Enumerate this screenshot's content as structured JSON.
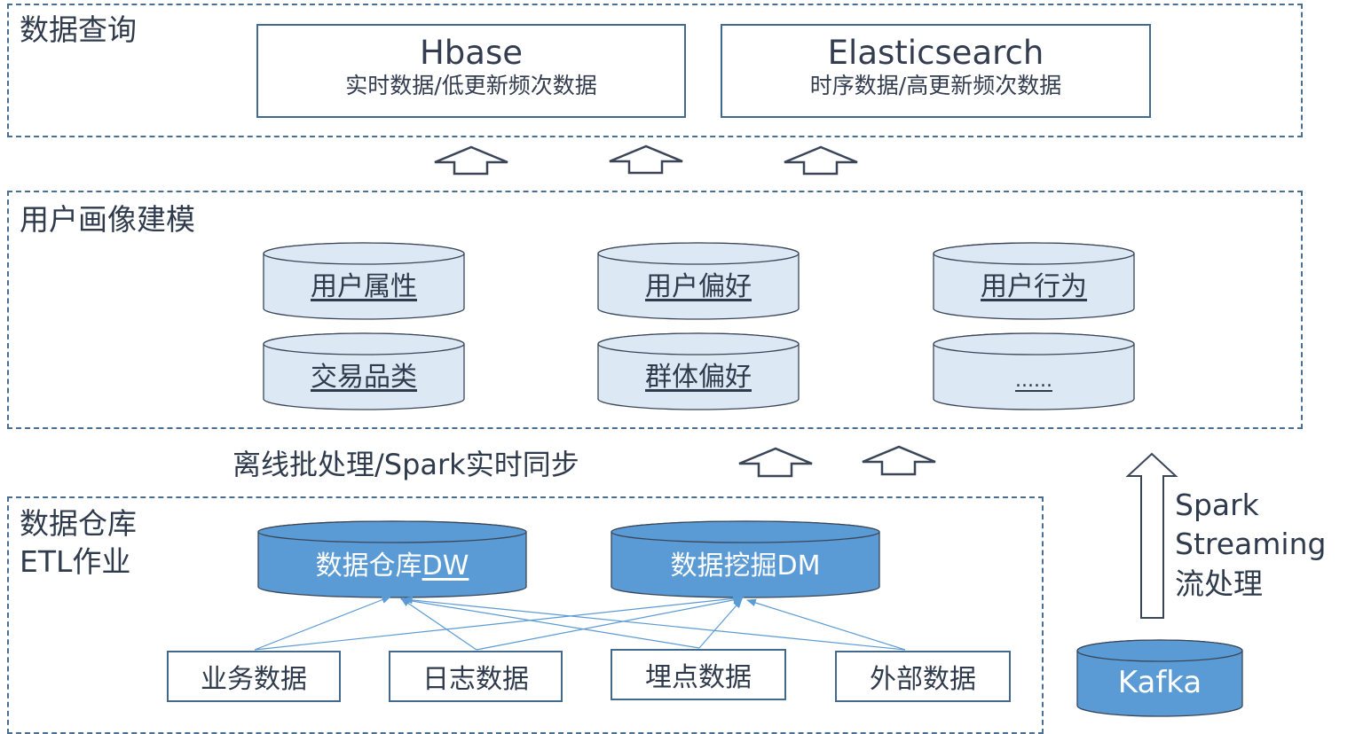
{
  "layers": {
    "query": {
      "title": "数据查询",
      "stores": [
        {
          "name": "Hbase",
          "desc": "实时数据/低更新频次数据"
        },
        {
          "name": "Elasticsearch",
          "desc": "时序数据/高更新频次数据"
        }
      ]
    },
    "modeling": {
      "title": "用户画像建模",
      "tables": [
        {
          "label": "用户属性"
        },
        {
          "label": "用户偏好"
        },
        {
          "label": "用户行为"
        },
        {
          "label": "交易品类"
        },
        {
          "label": "群体偏好"
        },
        {
          "label": "......"
        }
      ]
    },
    "warehouse": {
      "title_line1": "数据仓库",
      "title_line2": "ETL作业",
      "dw": {
        "prefix": "数据仓库",
        "suffix": "DW"
      },
      "dm": {
        "label": "数据挖掘DM"
      },
      "sources": [
        {
          "label": "业务数据"
        },
        {
          "label": "日志数据"
        },
        {
          "label": "埋点数据"
        },
        {
          "label": "外部数据"
        }
      ]
    }
  },
  "flows": {
    "batch_label": "离线批处理/Spark实时同步",
    "stream_label_line1": "Spark",
    "stream_label_line2": "Streaming",
    "stream_label_line3": "流处理"
  },
  "kafka": {
    "label": "Kafka"
  },
  "colors": {
    "border": "#4a6f95",
    "light_cylinder": "#dde8f5",
    "dark_cylinder": "#5b9bd5",
    "connector": "#5b9bd5",
    "text": "#2f3b4c"
  }
}
